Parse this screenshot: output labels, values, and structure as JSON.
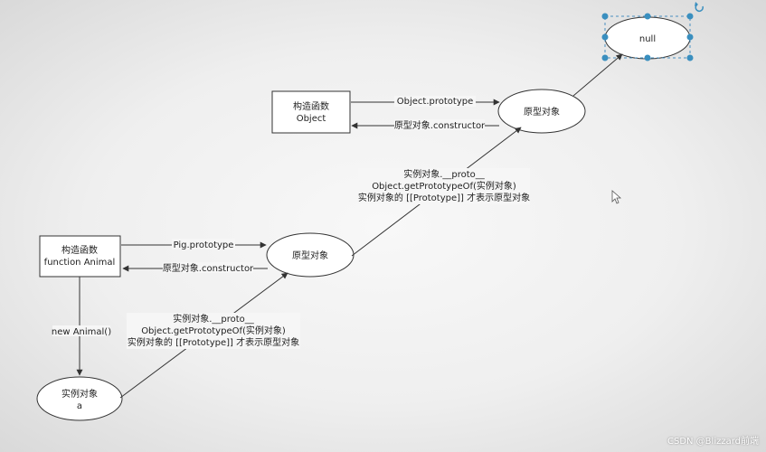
{
  "nodes": {
    "object_ctor": {
      "line1": "构造函数",
      "line2": "Object"
    },
    "object_proto": {
      "label": "原型对象"
    },
    "null_node": {
      "label": "null"
    },
    "animal_ctor": {
      "line1": "构造函数",
      "line2": "function Animal"
    },
    "animal_proto": {
      "label": "原型对象"
    },
    "instance_a": {
      "line1": "实例对象",
      "line2": "a"
    }
  },
  "edges": {
    "object_prototype": "Object.prototype",
    "object_constructor": "原型对象.constructor",
    "pig_prototype": "Pig.prototype",
    "animal_constructor": "原型对象.constructor",
    "new_animal": "new Animal()",
    "upper_proto_label": [
      "实例对象.__proto__",
      "Object.getPrototypeOf(实例对象)",
      "实例对象的 [[Prototype]] 才表示原型对象"
    ],
    "lower_proto_label": [
      "实例对象.__proto__",
      "Object.getPrototypeOf(实例对象)",
      "实例对象的 [[Prototype]] 才表示原型对象"
    ]
  },
  "watermark": "CSDN @Blizzard前端",
  "colors": {
    "stroke": "#333333",
    "selection_handle": "#3a8fbf",
    "selection_dash": "#4a90c0",
    "rotate_icon": "#3a8fbf"
  },
  "icons": {
    "rotate": "rotate-icon",
    "cursor": "mouse-cursor-icon"
  }
}
